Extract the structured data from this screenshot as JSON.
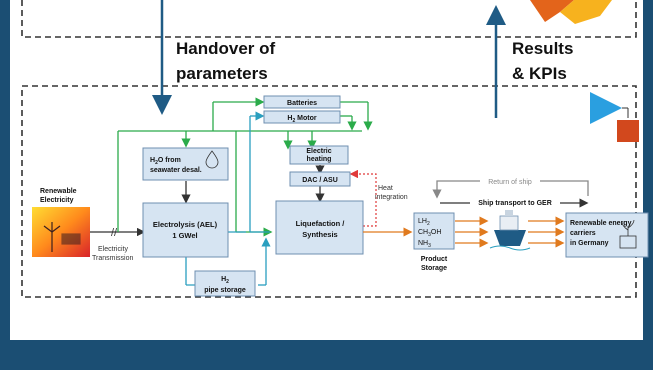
{
  "handover": {
    "line1": "Handover of",
    "line2": "parameters"
  },
  "results": {
    "line1": "Results",
    "line2": "& KPIs"
  },
  "renewable_electricity": {
    "line1": "Renewable",
    "line2": "Electricity"
  },
  "electricity_transmission": {
    "line1": "Electricity",
    "line2": "Transmission"
  },
  "transmission_mark": "//",
  "batteries": "Batteries",
  "h2_motor": {
    "prefix": "H",
    "sub": "2",
    "suffix": " Motor"
  },
  "h2o_desal": {
    "prefix": "H",
    "sub": "2",
    "suffix": "O from",
    "line2": "seawater desal."
  },
  "electric_heating": {
    "line1": "Electric",
    "line2": "heating"
  },
  "dac_asu": "DAC / ASU",
  "heat_integration": {
    "line1": "Heat",
    "line2": "integration"
  },
  "electrolysis": {
    "line1": "Electrolysis (AEL)",
    "line2": "1 GWel"
  },
  "liquefaction": {
    "line1": "Liquefaction /",
    "line2": "Synthesis"
  },
  "h2_pipe": {
    "prefix": "H",
    "sub": "2",
    "line2": "pipe storage"
  },
  "products": [
    {
      "prefix": "LH",
      "sub": "2",
      "suffix": ""
    },
    {
      "prefix": "CH",
      "sub": "3",
      "suffix": "OH"
    },
    {
      "prefix": "NH",
      "sub": "3",
      "suffix": ""
    }
  ],
  "product_storage": {
    "line1": "Product",
    "line2": "Storage"
  },
  "return_of_ship": "Return of ship",
  "ship_transport": "Ship transport to GER",
  "carriers": {
    "line1": "Renewable energy",
    "line2": "carriers",
    "line3": "in Germany"
  },
  "colors": {
    "frame": "#1b4e73",
    "arrow_blue": "#1f5b85",
    "green": "#2bab4a",
    "teal": "#2a9fbf",
    "orange": "#e07a1e",
    "red": "#e03a3a",
    "box_fill": "#d6e4f2",
    "box_stroke": "#6f8fb0",
    "gray": "#888888"
  }
}
